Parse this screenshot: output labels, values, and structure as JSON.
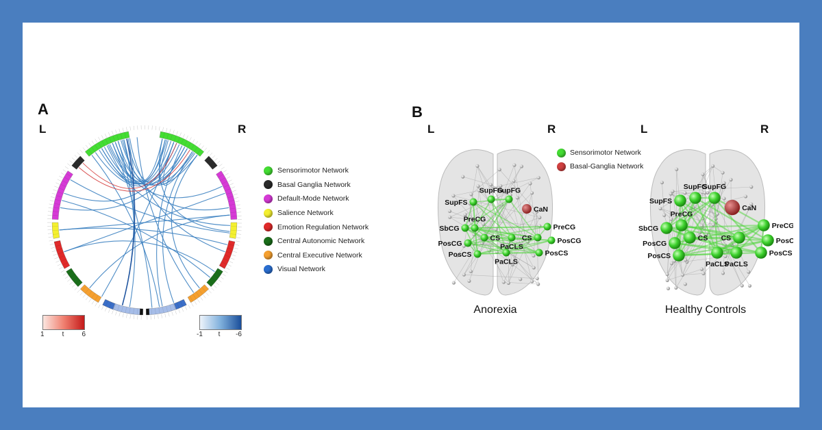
{
  "panel_a": {
    "letter": "A",
    "left_label": "L",
    "right_label": "R",
    "legend": [
      {
        "label": "Sensorimotor Network",
        "color": "#44dd33"
      },
      {
        "label": "Basal Ganglia Network",
        "color": "#2b2b2b"
      },
      {
        "label": "Default-Mode Network",
        "color": "#d63ad6"
      },
      {
        "label": "Salience Network",
        "color": "#f4f030"
      },
      {
        "label": "Emotion Regulation Network",
        "color": "#e02a2a"
      },
      {
        "label": "Central Autonomic Network",
        "color": "#1a6e1a"
      },
      {
        "label": "Central Executive Network",
        "color": "#f5a030"
      },
      {
        "label": "Visual Network",
        "color": "#2a6ed0"
      }
    ],
    "scale_red": {
      "min": "1",
      "mid": "t",
      "max": "6"
    },
    "scale_blue": {
      "min": "-1",
      "mid": "t",
      "max": "-6"
    }
  },
  "panel_b": {
    "letter": "B",
    "left_label": "L",
    "right_label": "R",
    "legend": [
      {
        "label": "Sensorimotor Network",
        "color": "#44dd33"
      },
      {
        "label": "Basal-Ganglia Network",
        "color": "#d04040"
      }
    ],
    "brains": [
      {
        "caption": "Anorexia"
      },
      {
        "caption": "Healthy Controls"
      }
    ],
    "node_labels": [
      "SupFG",
      "SupFG",
      "SupFS",
      "CaN",
      "PreCG",
      "PreCG",
      "SbCG",
      "CS",
      "CS",
      "PosCG",
      "PaCLS",
      "PosCG",
      "PosCS",
      "PaCLS",
      "PosCS"
    ],
    "node_labels_hc": [
      "SupFG",
      "SupFG",
      "SupFS",
      "CaN",
      "PreCG",
      "PreCG",
      "SbCG",
      "CS",
      "CS",
      "PosCG",
      "PosCG",
      "PosCS",
      "PaCLS",
      "PaCLS",
      "PosCS"
    ]
  },
  "colors": {
    "background": "#4a7ebf",
    "sensorimotor": "#44dd33",
    "link_blue": "#3a7fc0",
    "link_red": "#d43a3a"
  }
}
